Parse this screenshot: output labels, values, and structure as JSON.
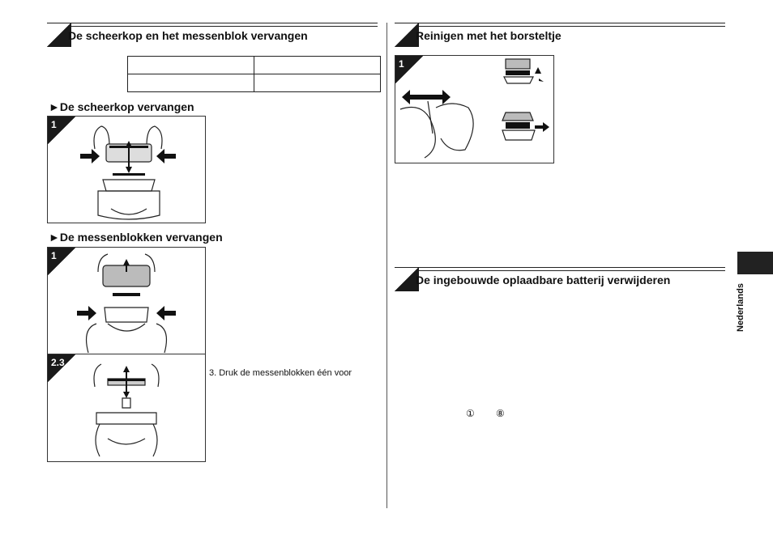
{
  "left": {
    "section_title": "De scheerkop en het messenblok vervangen",
    "sub_scheerkop": "►De scheerkop vervangen",
    "sub_messenblok": "►De messenblokken vervangen",
    "fig1_step": "1",
    "fig2_step": "1",
    "fig3_step": "2.3",
    "step3_text": "3.  Druk de messenblokken één voor"
  },
  "right": {
    "section_clean": "Reinigen met het borsteltje",
    "fig_clean_step": "1",
    "section_battery": "De ingebouwde oplaadbare batterij verwijderen",
    "circled_1": "①",
    "circled_8": "⑧"
  },
  "side": {
    "language": "Nederlands"
  }
}
